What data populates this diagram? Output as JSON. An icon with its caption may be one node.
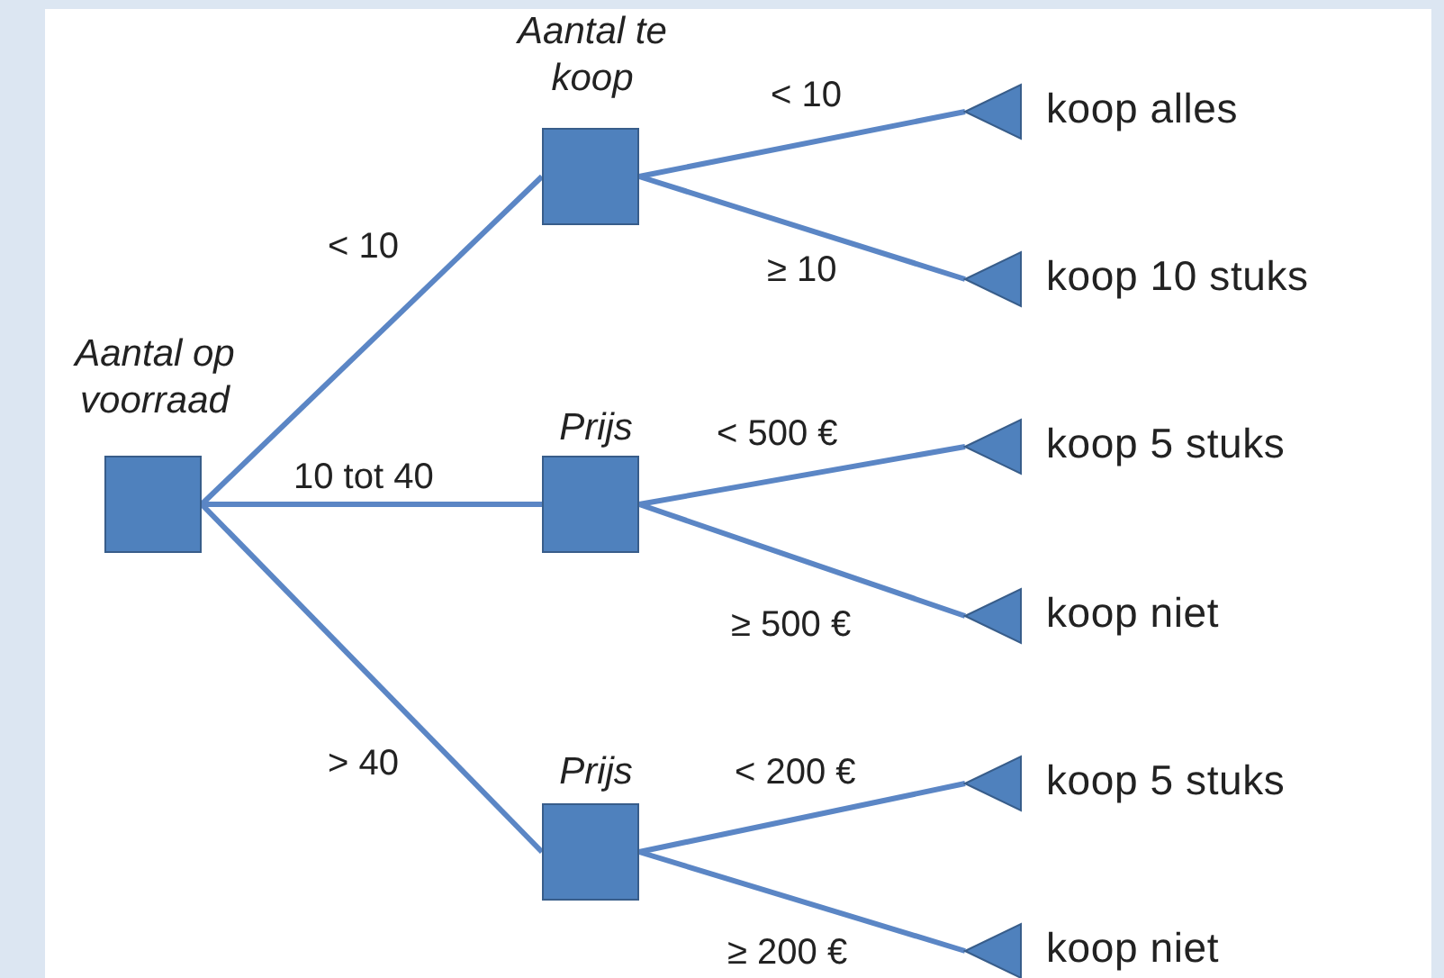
{
  "diagram": {
    "nodes": [
      {
        "text": [
          "Aantal op voorraad"
        ]
      },
      {
        "text": [
          "Aantal te koop"
        ]
      },
      {
        "text": [
          "Prijs"
        ]
      },
      {
        "text": [
          "Prijs"
        ]
      },
      {
        "text": [
          "koop alles"
        ]
      },
      {
        "text": [
          "koop 10 stuks"
        ]
      },
      {
        "text": [
          "koop 5 stuks"
        ]
      },
      {
        "text": [
          "koop niet"
        ]
      },
      {
        "text": [
          "koop 5 stuks"
        ]
      },
      {
        "text": [
          "koop niet"
        ]
      }
    ],
    "edges": [
      {
        "from": 0,
        "to": 1,
        "arrow": "none",
        "label": "< 10"
      },
      {
        "from": 0,
        "to": 2,
        "arrow": "none",
        "label": "10 tot 40"
      },
      {
        "from": 0,
        "to": 3,
        "arrow": "none",
        "label": "> 40"
      },
      {
        "from": 1,
        "to": 4,
        "arrow": "none",
        "label": "< 10"
      },
      {
        "from": 1,
        "to": 5,
        "arrow": "none",
        "label": "≥ 10"
      },
      {
        "from": 2,
        "to": 6,
        "arrow": "none",
        "label": "< 500 €"
      },
      {
        "from": 2,
        "to": 7,
        "arrow": "none",
        "label": "≥ 500 €"
      },
      {
        "from": 3,
        "to": 8,
        "arrow": "none",
        "label": "< 200 €"
      },
      {
        "from": 3,
        "to": 9,
        "arrow": "none",
        "label": "≥ 200 €"
      }
    ]
  }
}
